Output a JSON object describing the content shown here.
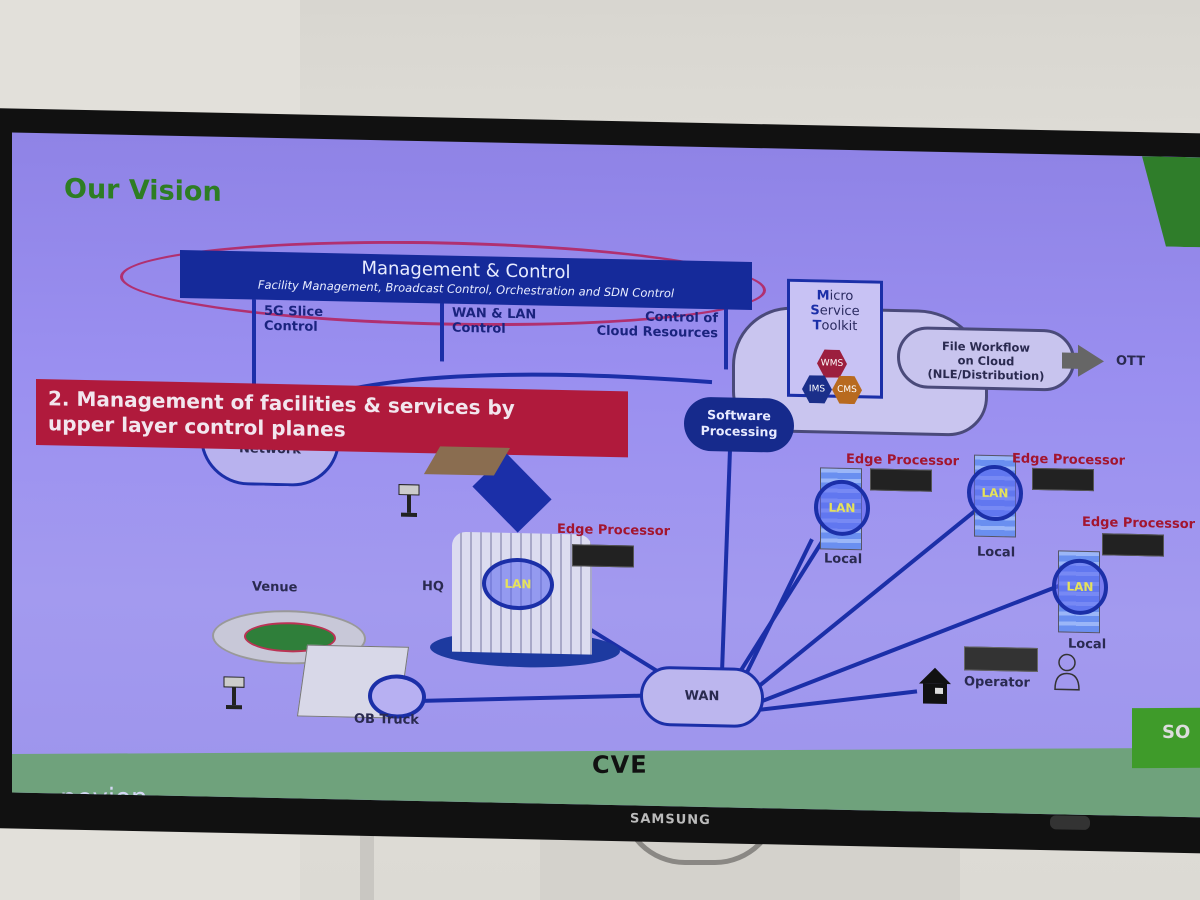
{
  "slide": {
    "title": "Our Vision",
    "management": {
      "heading": "Management & Control",
      "subheading": "Facility Management, Broadcast Control, Orchestration and SDN Control"
    },
    "control_labels": {
      "slice": "5G Slice\nControl",
      "slice_l1": "5G Slice",
      "slice_l2": "Control",
      "wanlan_l1": "WAN & LAN",
      "wanlan_l2": "Control",
      "cloud_l1": "Control of",
      "cloud_l2": "Cloud Resources"
    },
    "micro_service_toolkit": {
      "line1_initial": "M",
      "line1_rest": "icro",
      "line2_initial": "S",
      "line2_rest": "ervice",
      "line3_initial": "T",
      "line3_rest": "oolkit",
      "modules": [
        "WMS",
        "IMS",
        "CMS"
      ],
      "module_colors": [
        "#9c1f3e",
        "#1b2f8a",
        "#b86a1f"
      ]
    },
    "file_workflow": {
      "line1": "File Workflow",
      "line2": "on Cloud",
      "line3": "(NLE/Distribution)"
    },
    "ott_label": "OTT",
    "software_processing": {
      "line1": "Software",
      "line2": "Processing"
    },
    "banner": {
      "line1": "2. Management of facilities & services by",
      "line2": "upper layer control planes"
    },
    "network_label": "Network",
    "wan_label": "WAN",
    "venue_label": "Venue",
    "hq_label": "HQ",
    "ob_truck_label": "OB Truck",
    "lan_label": "LAN",
    "edge_processor_label": "Edge Processor",
    "local_label": "Local",
    "operator_label": "Operator",
    "footer": {
      "nevion_logo": "nevion",
      "cve_logo": "CVE",
      "sony_logo": "SO"
    }
  },
  "tv": {
    "brand": "SAMSUNG"
  },
  "colors": {
    "title_green": "#2e7d23",
    "management_blue": "#152a9a",
    "banner_red": "#b01a3c",
    "edge_processor_red": "#a3152f",
    "footer_green": "#6fa27c",
    "screen_bg": "#9a8ff0"
  }
}
